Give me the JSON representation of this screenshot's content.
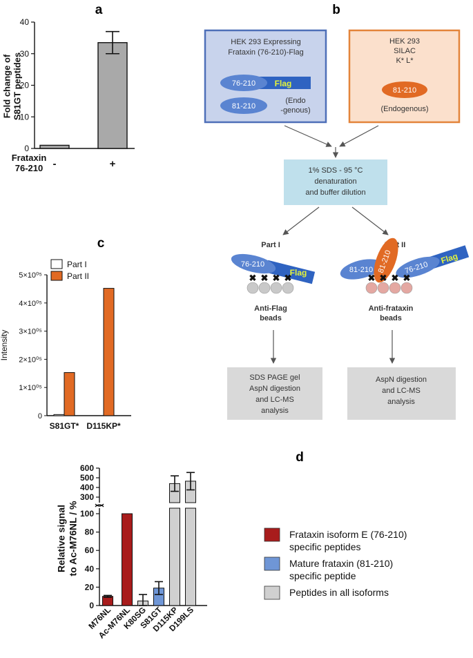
{
  "panels": {
    "a": "a",
    "b": "b",
    "c": "c",
    "d": "d"
  },
  "colors": {
    "gray_bar": "#a9a9a9",
    "orange": "#e16a24",
    "dark_red": "#a81c1c",
    "light_blue": "#6f96d6",
    "light_gray": "#d0d0d0",
    "box_blue_fill": "#c8d3ec",
    "box_blue_border": "#4e6fb8",
    "box_orange_fill": "#fbe0cc",
    "box_orange_border": "#e3843a",
    "ellipse_blue": "#5a84d1",
    "flag_bar": "#2f63c1",
    "flag_text": "#e4f33a",
    "sds_box": "#bfe0ec",
    "analysis_box": "#d9d9d9",
    "bead": "#c9c9c9",
    "bead_pink": "#e4a8a2"
  },
  "diagram_b": {
    "box_left_title": "HEK 293 Expressing\nFrataxin (76-210)-Flag",
    "ellipse_76_210": "76-210",
    "flag": "Flag",
    "ellipse_81_210": "81-210",
    "endo_split": "(Endo\n-genous)",
    "box_right_title": "HEK 293\nSILAC\nK* L*",
    "endogenous": "(Endogenous)",
    "sds_box": "1% SDS - 95 °C\ndenaturation\nand buffer dilution",
    "part1": "Part I",
    "part2": "Part II",
    "beads1": "Anti-Flag\nbeads",
    "beads2": "Anti-frataxin\nbeads",
    "analysis1": "SDS PAGE gel\nAspN digestion\nand LC-MS\nanalysis",
    "analysis2": "AspN digestion\nand LC-MS\nanalysis"
  },
  "chart_data": [
    {
      "panel": "a",
      "type": "bar",
      "ylabel": "Fold change of\nS81GT peptides",
      "xgroup_label": "Frataxin\n76-210",
      "categories": [
        "-",
        "+"
      ],
      "values": [
        1,
        33.5
      ],
      "errors": [
        0,
        3.5
      ],
      "ylim": [
        0,
        40
      ],
      "yticks": [
        0,
        10,
        20,
        30,
        40
      ]
    },
    {
      "panel": "c",
      "type": "bar",
      "ylabel": "Intensity",
      "categories": [
        "S81GT*",
        "D115KP*"
      ],
      "series": [
        {
          "name": "Part I",
          "values": [
            4000,
            0
          ]
        },
        {
          "name": "Part II",
          "values": [
            153000,
            452000
          ]
        }
      ],
      "ylim": [
        0,
        500000
      ],
      "yticks": [
        0,
        100000,
        200000,
        300000,
        400000,
        500000
      ],
      "ytick_labels": [
        "0",
        "1×10⁰⁵",
        "2×10⁰⁵",
        "3×10⁰⁵",
        "4×10⁰⁵",
        "5×10⁰⁵"
      ],
      "legend": "top-left"
    },
    {
      "panel": "d",
      "type": "bar",
      "ylabel": "Relative signal\nto Ac-M76NL / %",
      "categories": [
        "M76NL",
        "Ac-M76NL",
        "K80SG",
        "S81GT",
        "D115KP",
        "D199LS"
      ],
      "values": [
        10,
        100,
        5,
        19,
        440,
        465
      ],
      "errors": [
        1,
        0,
        7,
        7,
        80,
        90
      ],
      "groups": [
        "Frataxin isoform E (76-210)\nspecific peptides",
        "Frataxin isoform E (76-210)\nspecific peptides",
        "Peptides in all isoforms",
        "Mature frataxin (81-210)\nspecific peptide",
        "Peptides in all isoforms",
        "Peptides in all isoforms"
      ],
      "broken_axis": true,
      "yticks_lower": [
        0,
        20,
        40,
        60,
        80,
        100
      ],
      "yticks_upper": [
        300,
        400,
        500,
        600
      ],
      "legend": [
        {
          "label": "Frataxin isoform E (76-210)\nspecific peptides",
          "color": "#a81c1c"
        },
        {
          "label": "Mature frataxin (81-210)\nspecific peptide",
          "color": "#6f96d6"
        },
        {
          "label": "Peptides in all isoforms",
          "color": "#d0d0d0"
        }
      ],
      "legend_placement": "right"
    }
  ]
}
